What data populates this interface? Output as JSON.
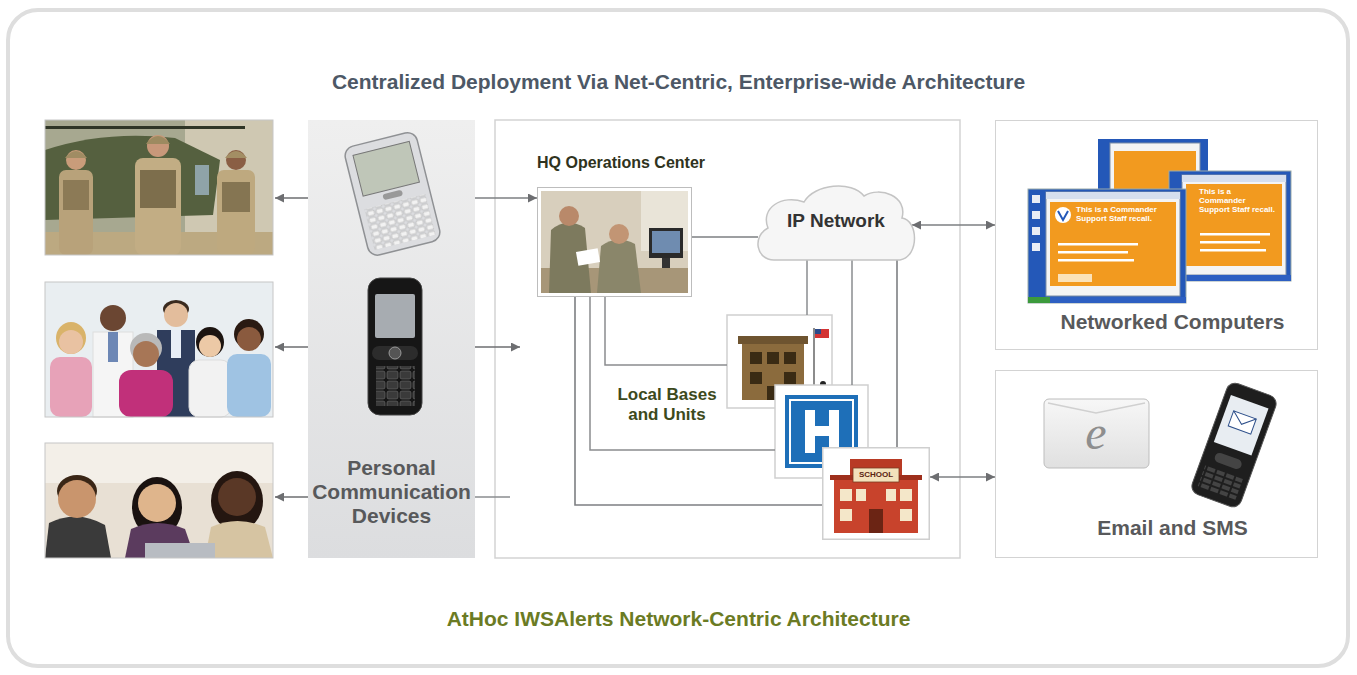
{
  "diagram": {
    "title": "Centralized Deployment Via Net-Centric, Enterprise-wide Architecture",
    "caption": "AtHoc IWSAlerts Network-Centric Architecture",
    "nodes": [
      {
        "text": [
          "Personal Communication Devices"
        ]
      },
      {
        "text": [
          "HQ Operations Center"
        ]
      },
      {
        "text": [
          "IP Network"
        ]
      },
      {
        "text": [
          "SCHOOL"
        ]
      },
      {
        "text": [
          "Networked Computers"
        ]
      },
      {
        "text": [
          "Email and SMS"
        ]
      }
    ],
    "edges": [
      {
        "from": 0,
        "to": 1,
        "arrow": "to"
      },
      {
        "from": 1,
        "to": 2,
        "arrow": "none"
      },
      {
        "from": 2,
        "to": 4,
        "arrow": "both"
      },
      {
        "from": 1,
        "to": 3,
        "arrow": "none"
      },
      {
        "from": 2,
        "to": 3,
        "arrow": "none"
      },
      {
        "from": 3,
        "to": 5,
        "arrow": "both"
      }
    ],
    "labels": [
      "Local Bases and Units",
      "This is a Commander Support Staff recall.",
      "This is a Commander Support Staff recall.",
      "e"
    ]
  }
}
